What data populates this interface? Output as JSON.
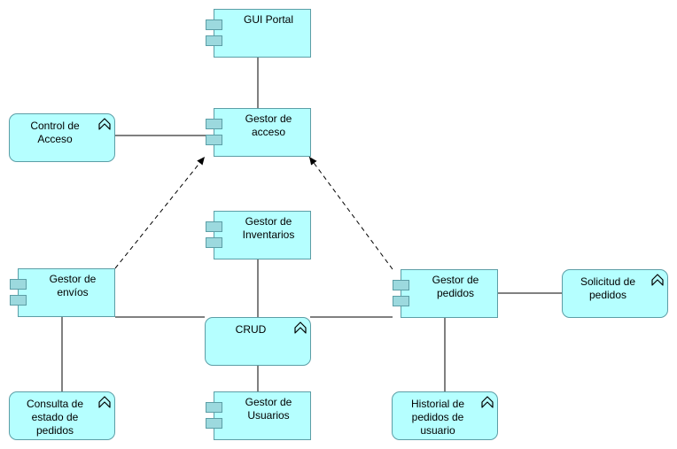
{
  "diagram": {
    "components": {
      "gui_portal": "GUI Portal",
      "gestor_acceso": "Gestor de acceso",
      "gestor_inventarios": "Gestor de Inventarios",
      "gestor_envios": "Gestor de envíos",
      "gestor_pedidos": "Gestor de pedidos",
      "gestor_usuarios": "Gestor de Usuarios"
    },
    "services": {
      "control_acceso": "Control de Acceso",
      "crud": "CRUD",
      "solicitud_pedidos": "Solicitud de pedidos",
      "consulta_estado": "Consulta de estado de pedidos",
      "historial_pedidos": "Historial de pedidos de usuario"
    },
    "colors": {
      "fill": "#b5ffff",
      "port_fill": "#9cd9de",
      "border": "#5c9ea6",
      "line": "#000000"
    }
  }
}
